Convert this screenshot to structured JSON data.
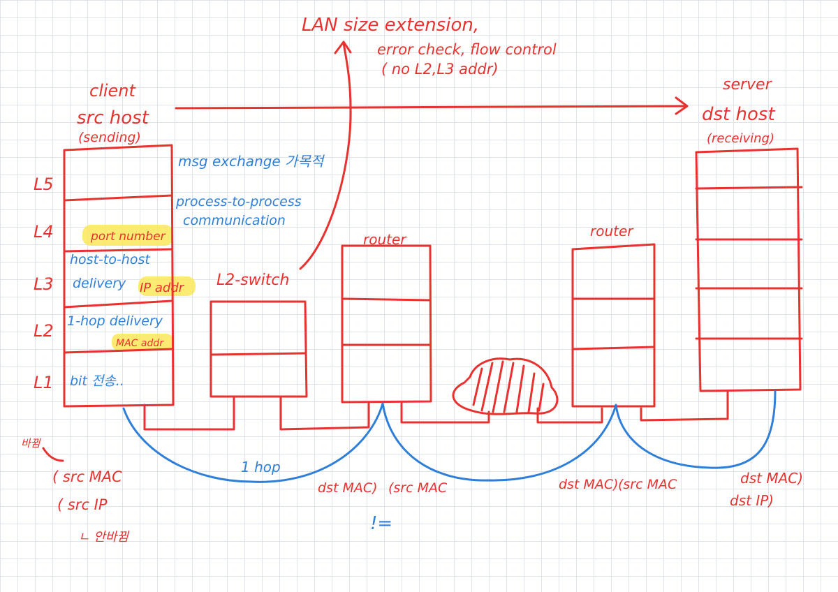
{
  "colors": {
    "ink_red": "#e8322f",
    "ink_blue": "#2f7fd8",
    "highlight": "#fbe75a",
    "grid": "#dfe3ea"
  },
  "top_note": {
    "line1": "LAN size extension,",
    "line2": "error check, flow control",
    "line3": "( no L2,L3 addr)"
  },
  "client": {
    "line1": "client",
    "line2": "src host",
    "line3": "(sending)"
  },
  "server": {
    "line1": "server",
    "line2": "dst host",
    "line3": "(receiving)"
  },
  "layers": [
    "L5",
    "L4",
    "L3",
    "L2",
    "L1"
  ],
  "layer_notes": {
    "l5": "msg exchange 가목적",
    "l4_line1": "process-to-process",
    "l4_line2": "communication",
    "port": "port number",
    "l3_line1": "host-to-host",
    "l3_line2": "delivery",
    "ip": "IP addr",
    "l2": "1-hop delivery",
    "mac": "MAC addr",
    "l1": "bit 전송.."
  },
  "devices": {
    "switch": "L2-switch",
    "router1": "router",
    "router2": "router"
  },
  "hop_label": "1 hop",
  "bottom": {
    "changes_label": "바뀜",
    "src_mac": "( src MAC",
    "src_ip": "( src IP",
    "unchanged": "ㄴ 안바뀜",
    "r1_dst": "dst MAC)",
    "r1_src": "(src MAC",
    "neq": "!=",
    "r2_dst": "dst MAC)",
    "r2_src": "(src MAC",
    "dst_mac": "dst MAC)",
    "dst_ip": "dst IP)"
  }
}
